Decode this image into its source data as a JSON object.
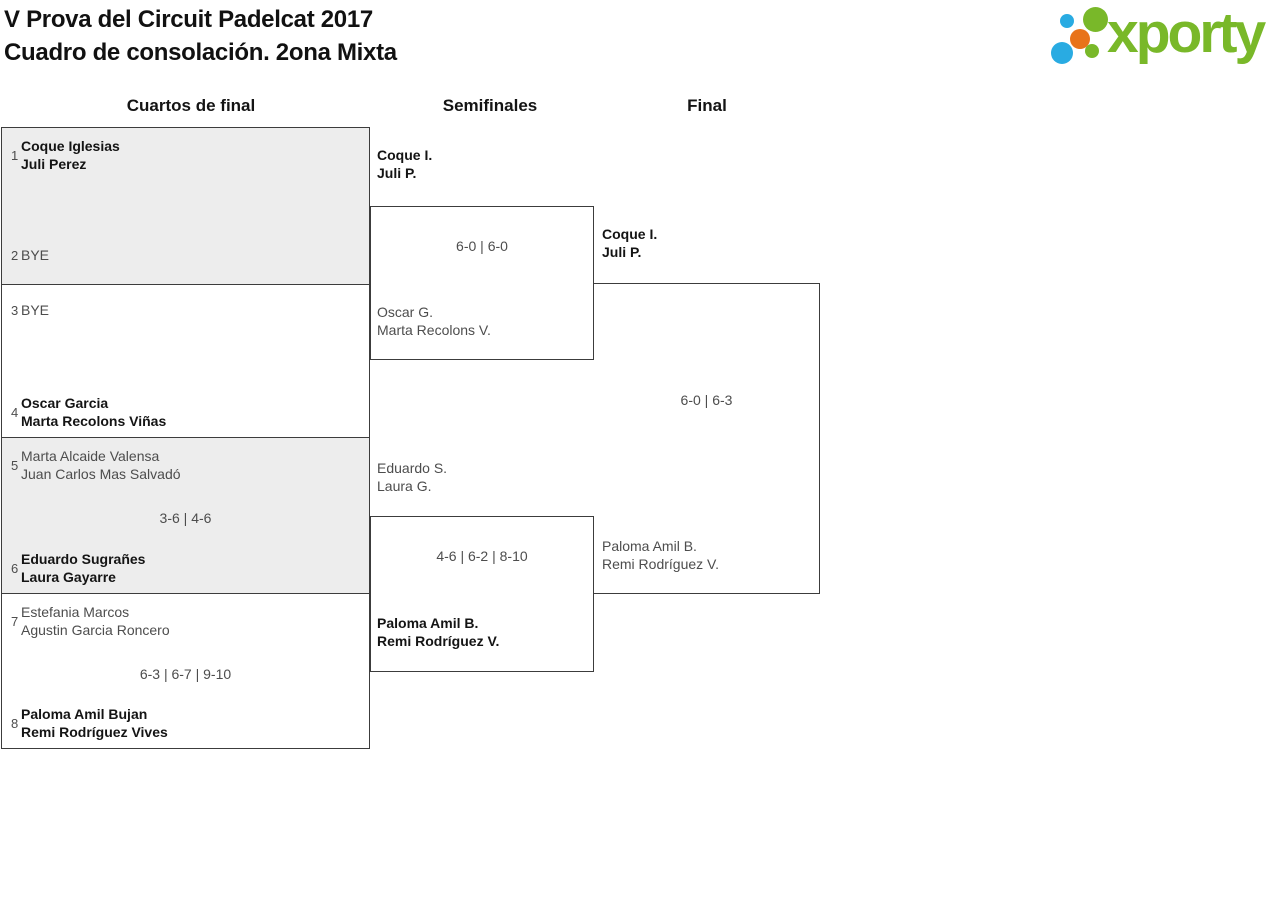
{
  "page": {
    "title_line1": "V Prova del Circuit Padelcat 2017",
    "title_line2": "Cuadro de consolación. 2ona Mixta"
  },
  "logo": {
    "text": "xporty",
    "colors": {
      "green": "#79b829",
      "blue": "#29abe2",
      "orange": "#e8731a"
    }
  },
  "bracket": {
    "colors": {
      "row_shade": "#ededed",
      "border": "#3c3c3c",
      "winner_text": "#141414",
      "loser_text": "#4d4d4d"
    },
    "rounds": [
      {
        "label": "Cuartos de final"
      },
      {
        "label": "Semifinales"
      },
      {
        "label": "Final"
      }
    ],
    "quarterfinals": {
      "matches": [
        {
          "top": {
            "seed": "1",
            "lines": [
              "Coque Iglesias",
              "Juli Perez"
            ],
            "winner": true
          },
          "bottom": {
            "seed": "2",
            "lines": [
              "BYE"
            ],
            "winner": false
          },
          "score": ""
        },
        {
          "top": {
            "seed": "3",
            "lines": [
              "BYE"
            ],
            "winner": false
          },
          "bottom": {
            "seed": "4",
            "lines": [
              "Oscar Garcia",
              "Marta Recolons Viñas"
            ],
            "winner": true
          },
          "score": ""
        },
        {
          "top": {
            "seed": "5",
            "lines": [
              "Marta Alcaide Valensa",
              "Juan Carlos Mas Salvadó"
            ],
            "winner": false
          },
          "bottom": {
            "seed": "6",
            "lines": [
              "Eduardo Sugrañes",
              "Laura Gayarre"
            ],
            "winner": true
          },
          "score": "3-6 | 4-6"
        },
        {
          "top": {
            "seed": "7",
            "lines": [
              "Estefania Marcos",
              "Agustin Garcia Roncero"
            ],
            "winner": false
          },
          "bottom": {
            "seed": "8",
            "lines": [
              "Paloma Amil Bujan",
              "Remi Rodríguez Vives"
            ],
            "winner": true
          },
          "score": "6-3 | 6-7 | 9-10"
        }
      ]
    },
    "semifinals": {
      "matches": [
        {
          "top": {
            "lines": [
              "Coque I.",
              "Juli P."
            ],
            "winner": true
          },
          "bottom": {
            "lines": [
              "Oscar G.",
              "Marta Recolons V."
            ],
            "winner": false
          },
          "score": "6-0 | 6-0"
        },
        {
          "top": {
            "lines": [
              "Eduardo S.",
              "Laura G."
            ],
            "winner": false
          },
          "bottom": {
            "lines": [
              "Paloma Amil B.",
              "Remi Rodríguez V."
            ],
            "winner": true
          },
          "score": "4-6 | 6-2 | 8-10"
        }
      ]
    },
    "final": {
      "matches": [
        {
          "top": {
            "lines": [
              "Coque I.",
              "Juli P."
            ],
            "winner": true
          },
          "bottom": {
            "lines": [
              "Paloma Amil B.",
              "Remi Rodríguez V."
            ],
            "winner": false
          },
          "score": "6-0 | 6-3"
        }
      ]
    }
  }
}
